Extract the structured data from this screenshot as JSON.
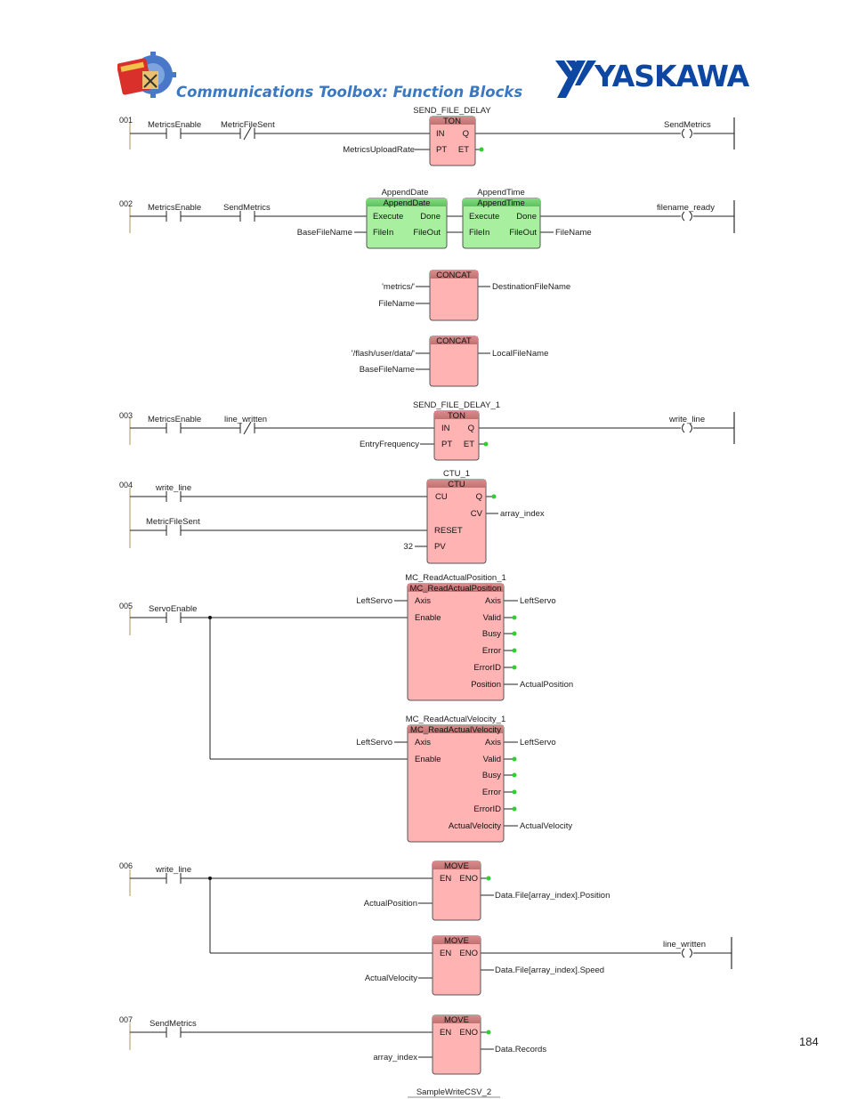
{
  "header": {
    "title": "Communications Toolbox: Function Blocks",
    "logo_text": "YASKAWA",
    "logo_color": "#0d47a1"
  },
  "page_number": "184",
  "footer_tab": "SampleWriteCSV_2",
  "colors": {
    "rail": "#c8b88a",
    "block_red": "#ffb3b3",
    "block_green": "#a8f0a0",
    "pin_dot": "#33cc33"
  },
  "rungs": [
    {
      "id": "r1",
      "number": "001",
      "contacts": [
        {
          "label": "MetricsEnable",
          "type": "NO"
        },
        {
          "label": "MetricFileSent",
          "type": "NC"
        }
      ],
      "blocks": [
        {
          "instance": "SEND_FILE_DELAY",
          "type": "TON",
          "inputs": [
            "IN",
            "PT"
          ],
          "outputs": [
            "Q",
            "ET"
          ],
          "input_vars": [
            "",
            "MetricsUploadRate"
          ],
          "output_vars": [
            "",
            ""
          ]
        }
      ],
      "coil": "SendMetrics"
    },
    {
      "id": "r2",
      "number": "002",
      "contacts": [
        {
          "label": "MetricsEnable",
          "type": "NO"
        },
        {
          "label": "SendMetrics",
          "type": "NO"
        }
      ],
      "blocks": [
        {
          "instance": "AppendDate",
          "type": "AppendDate",
          "inputs": [
            "Execute",
            "FileIn"
          ],
          "outputs": [
            "Done",
            "FileOut"
          ],
          "input_vars": [
            "",
            "BaseFileName"
          ],
          "output_vars": [
            "",
            ""
          ]
        },
        {
          "instance": "AppendTime",
          "type": "AppendTime",
          "inputs": [
            "Execute",
            "FileIn"
          ],
          "outputs": [
            "Done",
            "FileOut"
          ],
          "input_vars": [
            "",
            ""
          ],
          "output_vars": [
            "",
            "FileName"
          ]
        },
        {
          "instance": "",
          "type": "CONCAT",
          "inputs": [
            "",
            ""
          ],
          "outputs": [
            ""
          ],
          "input_vars": [
            "'metrics/'",
            "FileName"
          ],
          "output_vars": [
            "DestinationFileName"
          ]
        },
        {
          "instance": "",
          "type": "CONCAT",
          "inputs": [
            "",
            ""
          ],
          "outputs": [
            ""
          ],
          "input_vars": [
            "'/flash/user/data/'",
            "BaseFileName"
          ],
          "output_vars": [
            "LocalFileName"
          ]
        }
      ],
      "coil": "filename_ready"
    },
    {
      "id": "r3",
      "number": "003",
      "contacts": [
        {
          "label": "MetricsEnable",
          "type": "NO"
        },
        {
          "label": "line_written",
          "type": "NC"
        }
      ],
      "blocks": [
        {
          "instance": "SEND_FILE_DELAY_1",
          "type": "TON",
          "inputs": [
            "IN",
            "PT"
          ],
          "outputs": [
            "Q",
            "ET"
          ],
          "input_vars": [
            "",
            "EntryFrequency"
          ],
          "output_vars": [
            "",
            ""
          ]
        }
      ],
      "coil": "write_line"
    },
    {
      "id": "r4",
      "number": "004",
      "contacts": [
        {
          "label": "write_line",
          "type": "NO"
        },
        {
          "label": "MetricFileSent",
          "type": "NO"
        }
      ],
      "blocks": [
        {
          "instance": "CTU_1",
          "type": "CTU",
          "inputs": [
            "CU",
            "RESET",
            "PV"
          ],
          "outputs": [
            "Q",
            "CV"
          ],
          "input_vars": [
            "",
            "",
            "32"
          ],
          "output_vars": [
            "",
            "array_index"
          ]
        }
      ],
      "coil": ""
    },
    {
      "id": "r5",
      "number": "005",
      "contacts": [
        {
          "label": "ServoEnable",
          "type": "NO"
        }
      ],
      "blocks": [
        {
          "instance": "MC_ReadActualPosition_1",
          "type": "MC_ReadActualPosition",
          "inputs": [
            "Axis",
            "Enable"
          ],
          "outputs": [
            "Axis",
            "Valid",
            "Busy",
            "Error",
            "ErrorID",
            "Position"
          ],
          "input_vars": [
            "LeftServo",
            ""
          ],
          "output_vars": [
            "LeftServo",
            "",
            "",
            "",
            "",
            "ActualPosition"
          ]
        },
        {
          "instance": "MC_ReadActualVelocity_1",
          "type": "MC_ReadActualVelocity",
          "inputs": [
            "Axis",
            "Enable"
          ],
          "outputs": [
            "Axis",
            "Valid",
            "Busy",
            "Error",
            "ErrorID",
            "ActualVelocity"
          ],
          "input_vars": [
            "LeftServo",
            ""
          ],
          "output_vars": [
            "LeftServo",
            "",
            "",
            "",
            "",
            "ActualVelocity"
          ]
        }
      ],
      "coil": ""
    },
    {
      "id": "r6",
      "number": "006",
      "contacts": [
        {
          "label": "write_line",
          "type": "NO"
        }
      ],
      "blocks": [
        {
          "instance": "",
          "type": "MOVE",
          "inputs": [
            "EN",
            ""
          ],
          "outputs": [
            "ENO",
            ""
          ],
          "input_vars": [
            "",
            "ActualPosition"
          ],
          "output_vars": [
            "",
            "Data.File[array_index].Position"
          ]
        },
        {
          "instance": "",
          "type": "MOVE",
          "inputs": [
            "EN",
            ""
          ],
          "outputs": [
            "ENO",
            ""
          ],
          "input_vars": [
            "",
            "ActualVelocity"
          ],
          "output_vars": [
            "",
            "Data.File[array_index].Speed"
          ]
        }
      ],
      "coil": "line_written"
    },
    {
      "id": "r7",
      "number": "007",
      "contacts": [
        {
          "label": "SendMetrics",
          "type": "NO"
        }
      ],
      "blocks": [
        {
          "instance": "",
          "type": "MOVE",
          "inputs": [
            "EN",
            ""
          ],
          "outputs": [
            "ENO",
            ""
          ],
          "input_vars": [
            "",
            "array_index"
          ],
          "output_vars": [
            "",
            "Data.Records"
          ]
        }
      ],
      "coil": ""
    }
  ]
}
